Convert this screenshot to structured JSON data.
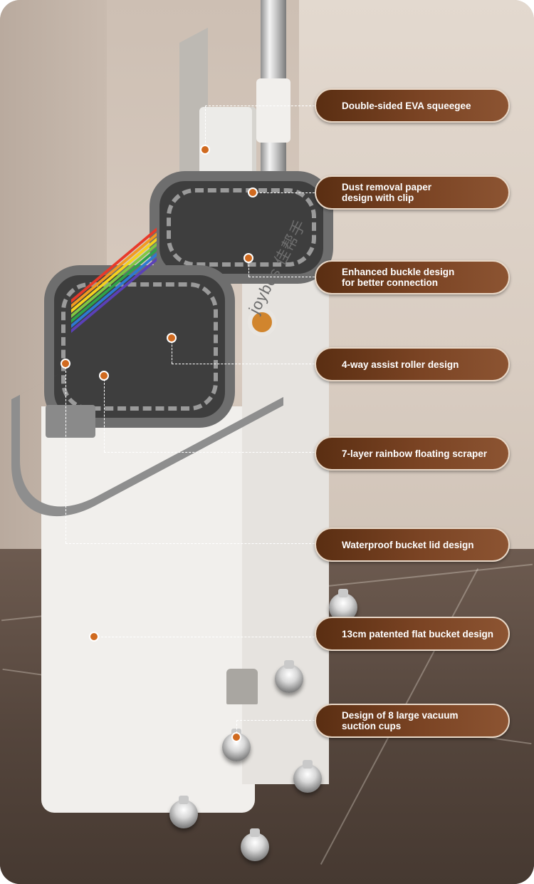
{
  "brand": "Joybos 佳帮手",
  "features": [
    {
      "label": "Double-sided EVA squeegee"
    },
    {
      "label": "Dust removal paper\n design with clip"
    },
    {
      "label": "Enhanced buckle design\n for better connection"
    },
    {
      "label": "4-way assist roller design"
    },
    {
      "label": "7-layer rainbow floating scraper"
    },
    {
      "label": "Waterproof bucket lid design"
    },
    {
      "label": "13cm patented flat bucket design"
    },
    {
      "label": "Design of 8 large vacuum\n suction cups"
    }
  ],
  "colors": {
    "label_bg_start": "#5a2e12",
    "label_bg_end": "#8c5432",
    "marker": "#d06a1f",
    "bucket": "#efedea",
    "handle_strap": "#8e8e8e",
    "knob": "#d1852d"
  }
}
